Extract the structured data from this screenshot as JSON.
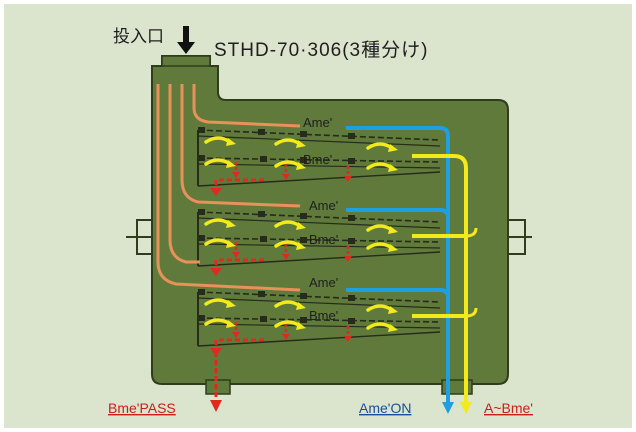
{
  "inlet_label": "投入口",
  "model_title": "STHD-70·306(3種分け)",
  "stage_labels": [
    {
      "a": "Ame'",
      "b": "Bme'"
    },
    {
      "a": "Ame'",
      "b": "Bme'"
    },
    {
      "a": "Ame'",
      "b": "Bme'"
    }
  ],
  "outputs": {
    "pass": "Bme'PASS",
    "on": "Ame'ON",
    "mix": "A~Bme'"
  },
  "colors": {
    "panel_background": "#dbe4cc",
    "machine_body": "#5f7a3b",
    "machine_outline": "#2f3d1c",
    "feed_chute": "#e8915a",
    "a_flow": "#1e9fe0",
    "mix_flow": "#f2ea1a",
    "pass_flow": "#e02a1f",
    "screen_lines": "#262b1a",
    "label_text": "#1f1f1f",
    "output_text_red": "#c81e1e",
    "output_text_blue": "#1a4f9c"
  }
}
